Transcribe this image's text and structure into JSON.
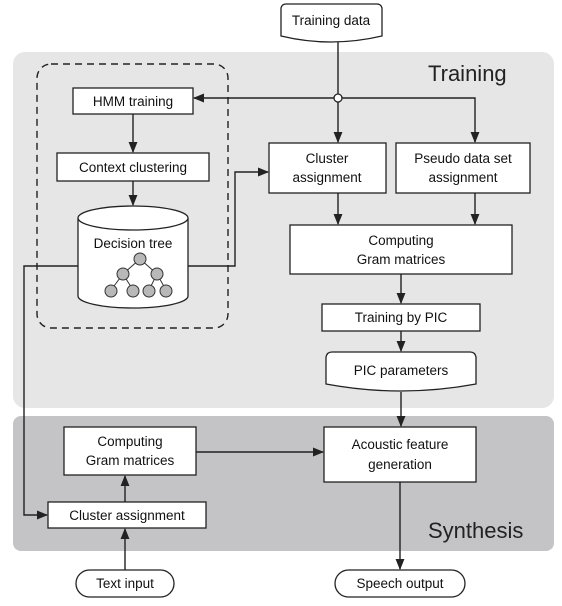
{
  "regions": {
    "training_label": "Training",
    "synthesis_label": "Synthesis"
  },
  "nodes": {
    "training_data": "Training data",
    "hmm_training": "HMM training",
    "context_clustering": "Context clustering",
    "decision_tree": "Decision tree",
    "cluster_assignment_top_1": "Cluster",
    "cluster_assignment_top_2": "assignment",
    "pseudo_data_1": "Pseudo data set",
    "pseudo_data_2": "assignment",
    "computing_gram_top_1": "Computing",
    "computing_gram_top_2": "Gram matrices",
    "training_by_pic": "Training by PIC",
    "pic_parameters": "PIC parameters",
    "computing_gram_bottom_1": "Computing",
    "computing_gram_bottom_2": "Gram matrices",
    "acoustic_feature_1": "Acoustic feature",
    "acoustic_feature_2": "generation",
    "cluster_assignment_bottom": "Cluster assignment",
    "text_input": "Text input",
    "speech_output": "Speech output"
  },
  "colors": {
    "training_bg": "#e6e6e6",
    "synthesis_bg": "#c4c4c6",
    "box_fill": "#ffffff",
    "stroke": "#222222",
    "tree_node": "#b8b8b8"
  }
}
